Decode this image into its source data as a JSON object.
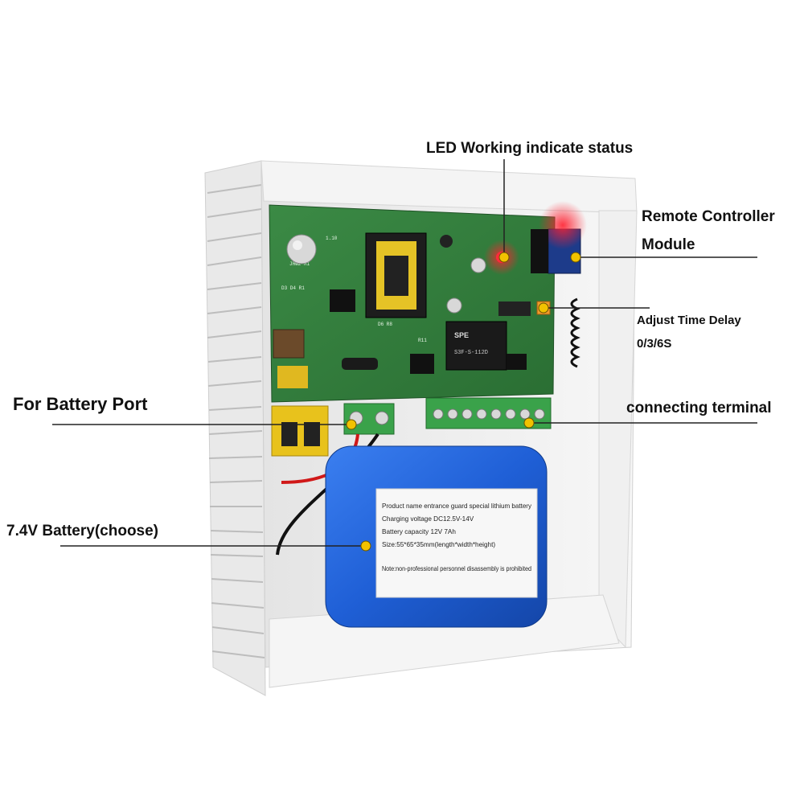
{
  "callouts": {
    "led_status": "LED Working indicate status",
    "remote_module_line1": "Remote Controller",
    "remote_module_line2": "Module",
    "time_delay_line1": "Adjust Time Delay",
    "time_delay_line2": "0/3/6S",
    "battery_port": "For Battery Port",
    "connecting_terminal": "connecting terminal",
    "battery": "7.4V Battery(choose)"
  },
  "battery_label": {
    "line1": "Product name entrance guard special lithium battery",
    "line2": "Charging voltage DC12.5V-14V",
    "line3": "Battery capacity 12V 7Ah",
    "line4": "Size:55*65*35mm(length*width*height)",
    "line5": "Note:non-professional personnel disassembly is prohibited"
  },
  "relay_label": {
    "brand": "SPE",
    "model": "S3F-S-112D"
  },
  "colors": {
    "pcb_green": "#2f7d3a",
    "battery_blue": "#1f5fd6",
    "terminal_green": "#3aa24a",
    "callout_dot": "#f2c200",
    "enclosure": "#efefef"
  }
}
